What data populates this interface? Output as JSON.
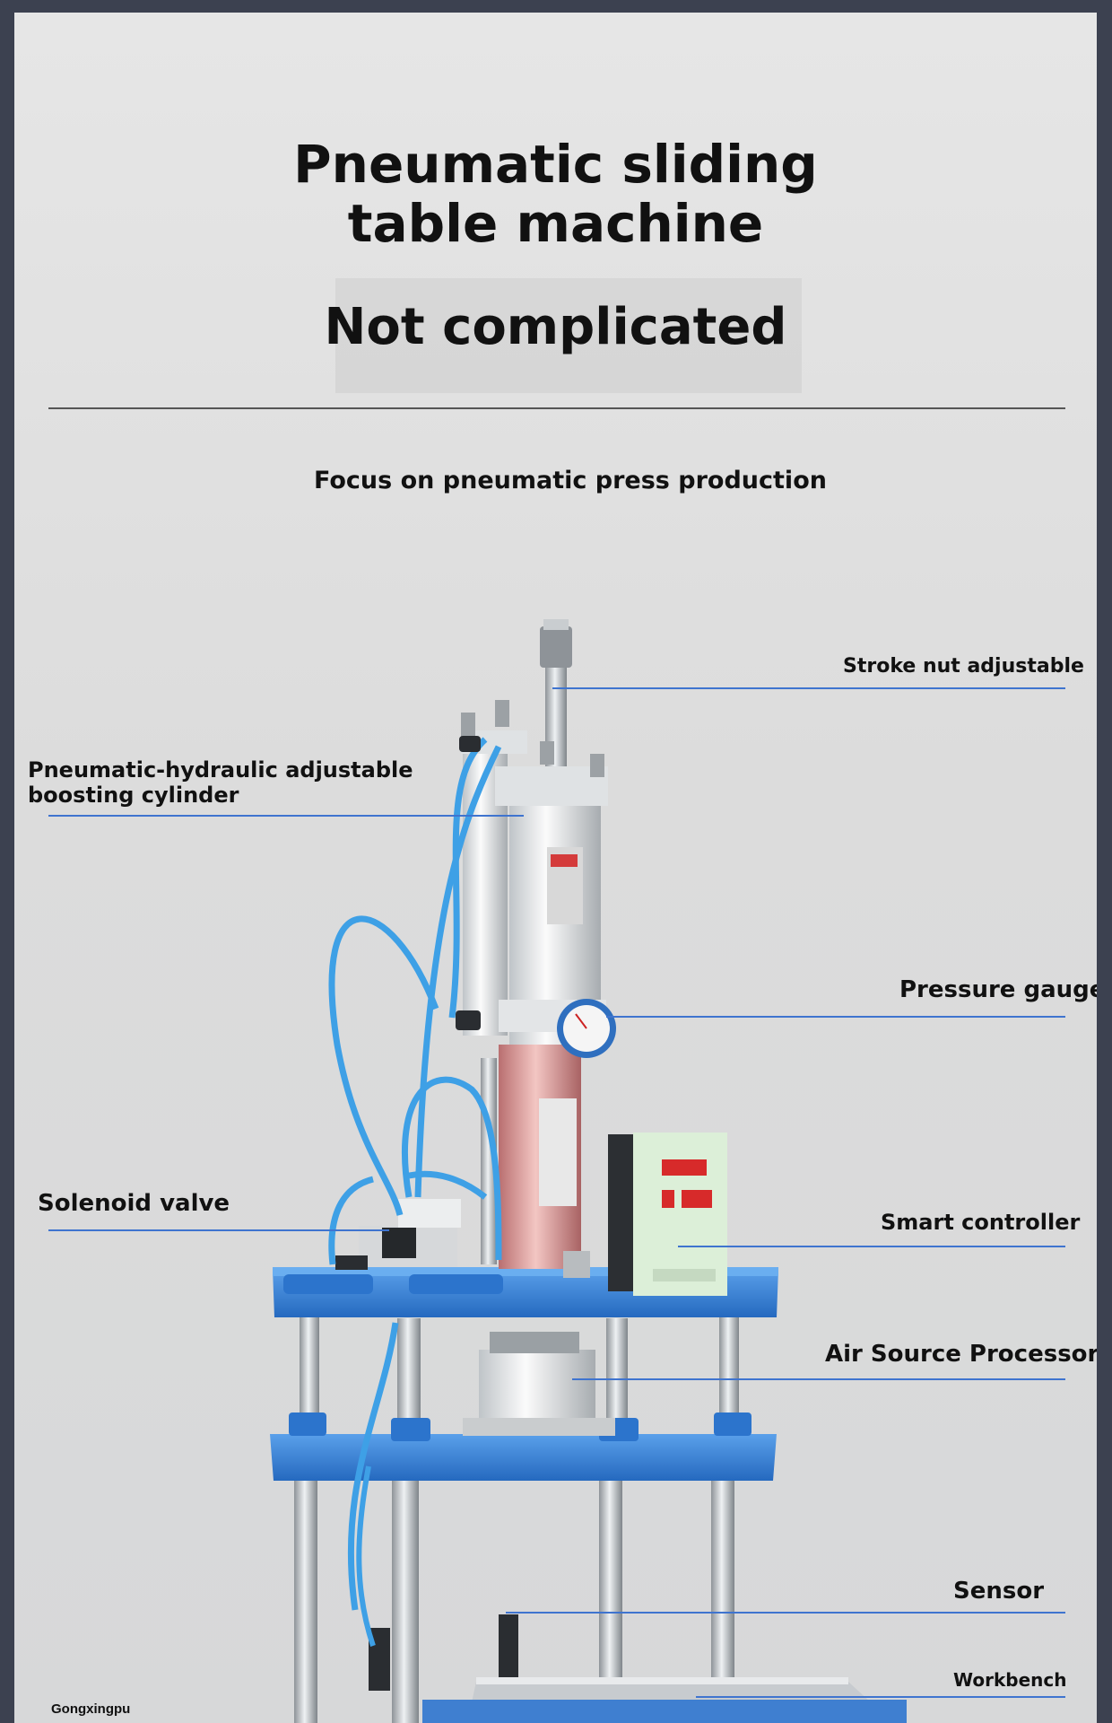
{
  "header": {
    "title_line1": "Pneumatic sliding",
    "title_line2": "table machine",
    "subtitle": "Not complicated",
    "tagline": "Focus on pneumatic press production"
  },
  "callouts": {
    "stroke_nut": "Stroke nut adjustable",
    "cylinder_line1": "Pneumatic-hydraulic adjustable",
    "cylinder_line2": "boosting cylinder",
    "pressure_gauge": "Pressure gauge",
    "solenoid_valve": "Solenoid valve",
    "smart_controller": "Smart controller",
    "air_source": "Air Source Processors",
    "sensor": "Sensor",
    "workbench": "Workbench"
  },
  "brand": "Gongxingpu",
  "colors": {
    "callout_line": "#3f74cf",
    "machine_blue": "#2f7fd8",
    "tube_blue": "#3ea0e6"
  }
}
